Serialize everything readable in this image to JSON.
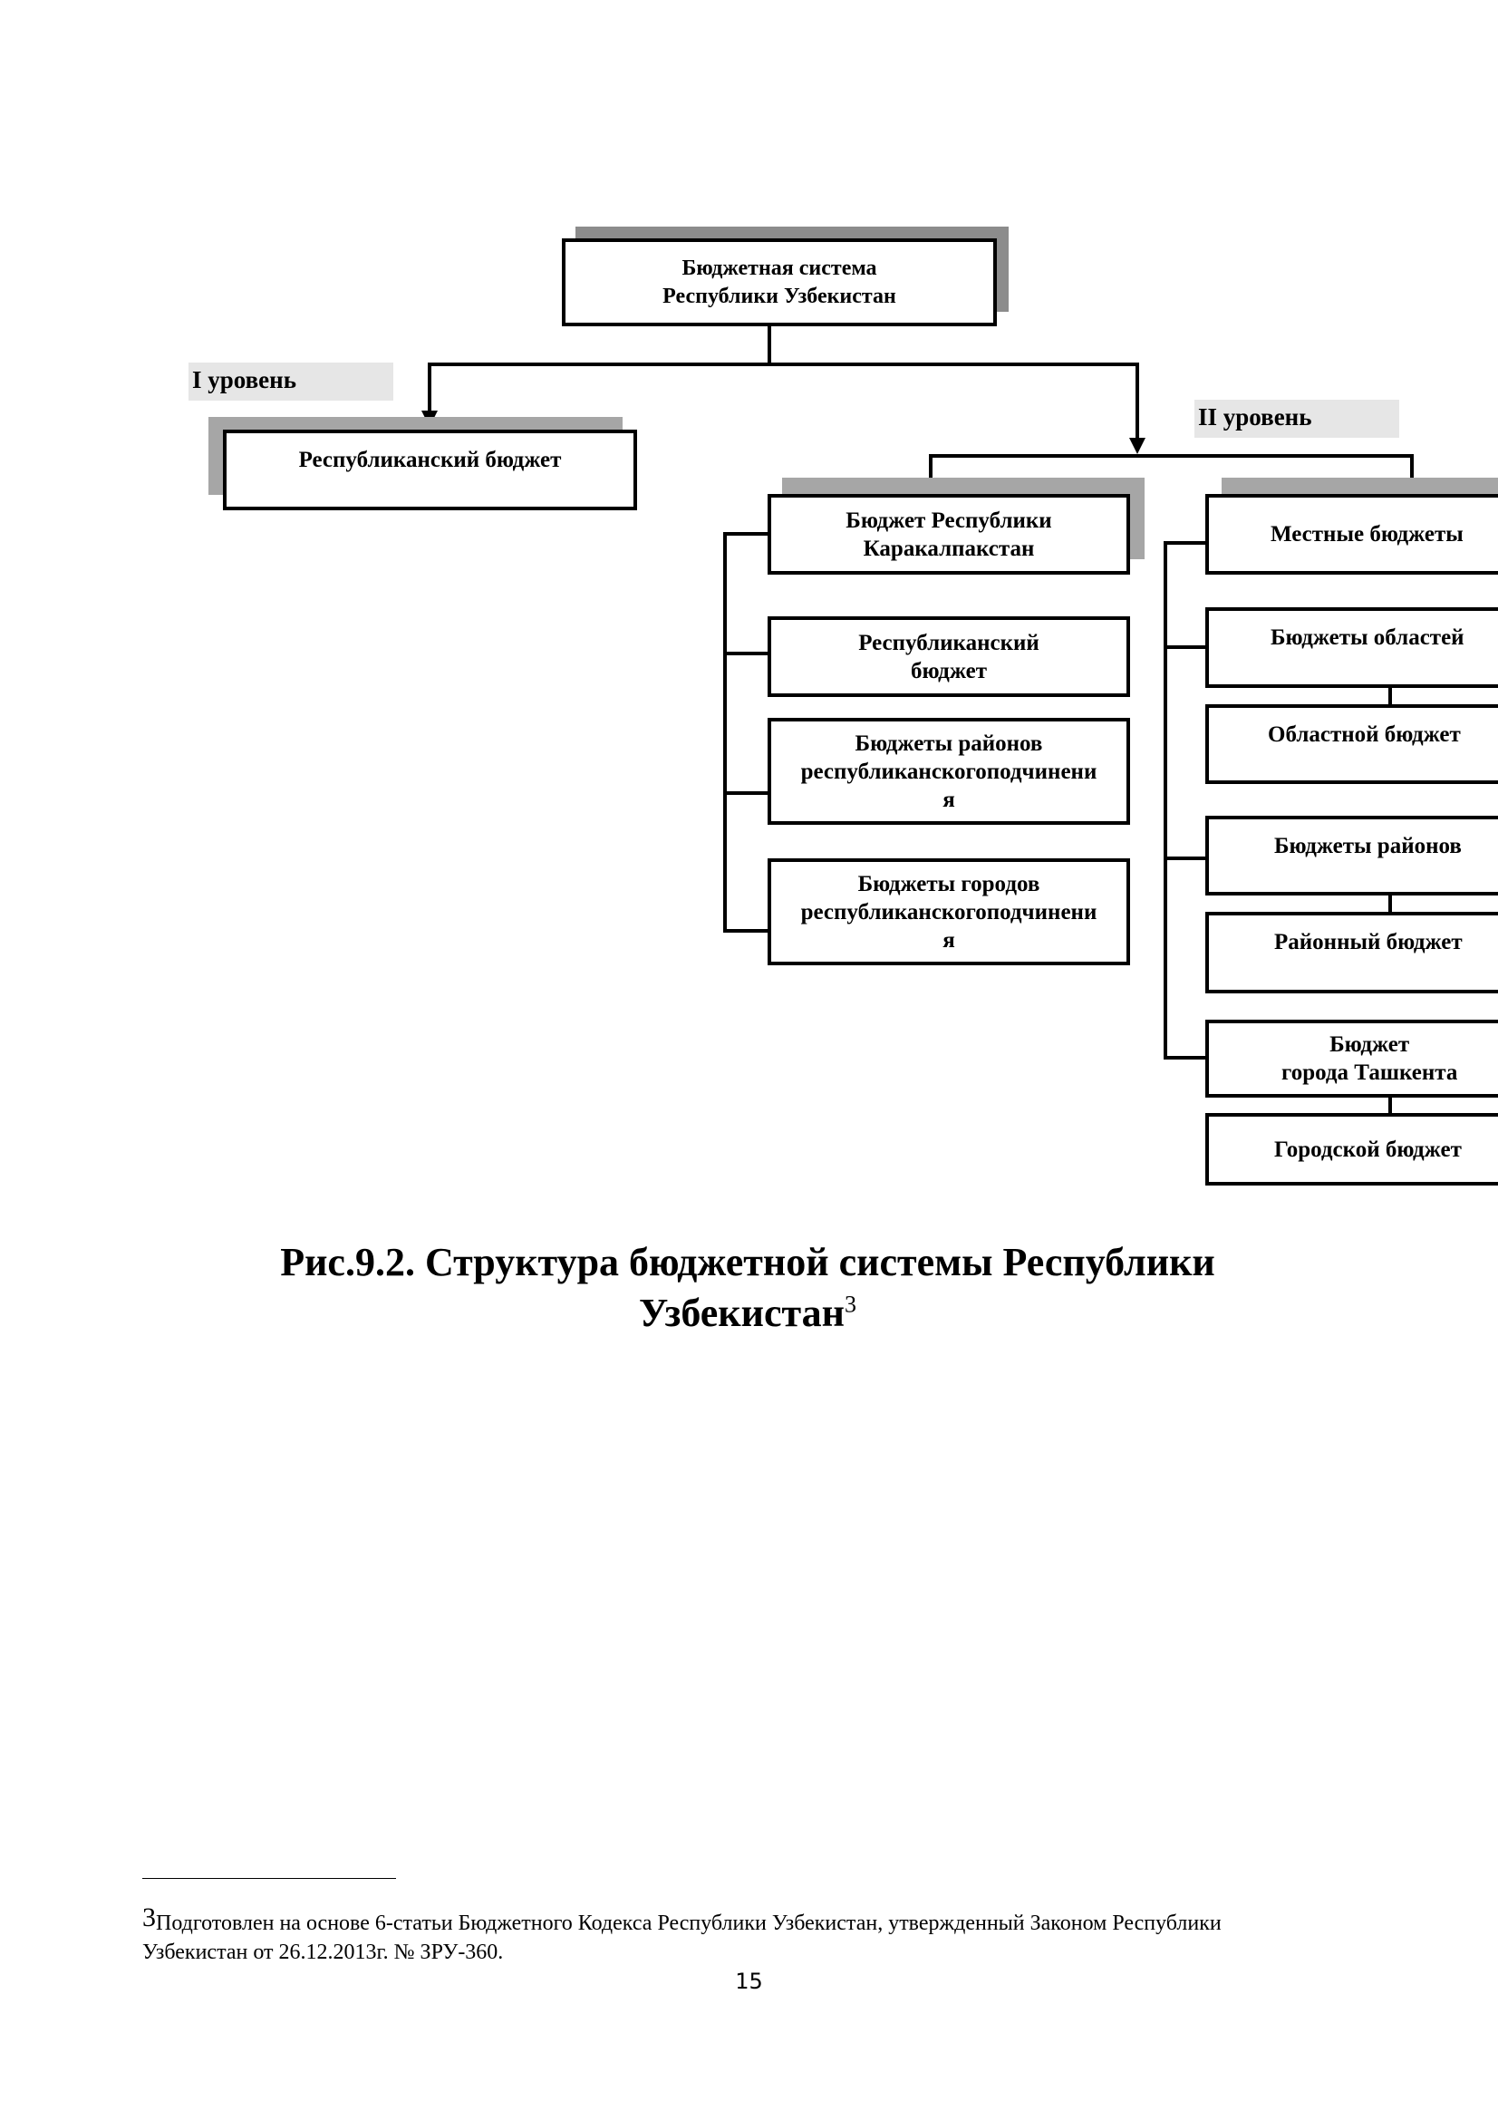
{
  "diagram": {
    "root": "Бюджетная система\nРеспублики Узбекистан",
    "level1": {
      "label": "I уровень",
      "box": "Республиканский бюджет"
    },
    "level2": {
      "label": "II уровень",
      "karakalpakstan": {
        "header": "Бюджет Республики\nКаракалпакстан",
        "items": [
          "Республиканский\nбюджет",
          "Бюджеты районов\nреспубликанскогоподчинени\nя",
          "Бюджеты городов\nреспубликанскогоподчинени\nя"
        ]
      },
      "local": {
        "header": "Местные бюджеты",
        "groups": [
          {
            "title": "Бюджеты областей",
            "child": "Областной бюджет"
          },
          {
            "title": "Бюджеты районов",
            "child": "Районный бюджет"
          },
          {
            "title": "Бюджет\nгорода Ташкента",
            "child": "Городской бюджет"
          }
        ]
      }
    }
  },
  "caption": {
    "text": "Рис.9.2.  Структура бюджетной  системы   Республики\nУзбекистан",
    "footnote_ref": "3"
  },
  "footnote": {
    "mark": "3",
    "text": "Подготовлен на основе 6-статьи Бюджетного Кодекса Республики Узбекистан,  утвержденный Законом Республики Узбекистан от 26.12.2013г. № ЗРУ-360."
  },
  "page_number": "15"
}
